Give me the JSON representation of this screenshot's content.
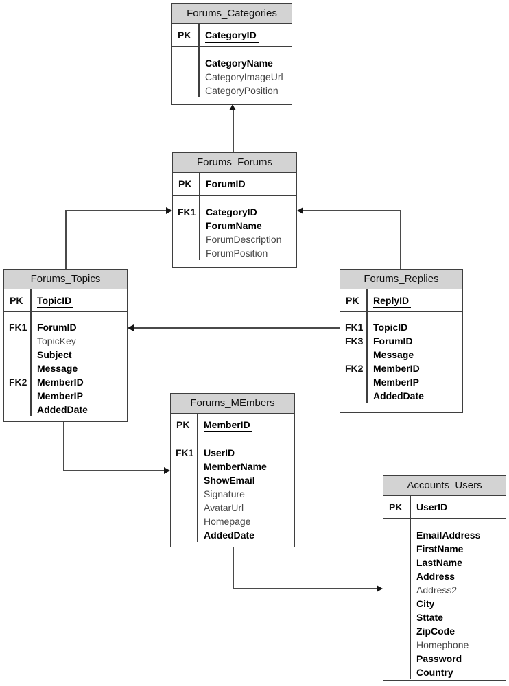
{
  "diagram_type": "database-er-diagram",
  "colors": {
    "header_bg": "#d3d3d3",
    "table_border": "#3f3f3f",
    "connector": "#4a4a4a",
    "field_regular": "#464646",
    "field_bold": "#000000"
  },
  "tables": [
    {
      "name": "Forums_Categories",
      "pk_label": "PK",
      "pk_field": "CategoryID",
      "rows": [
        {
          "key": "",
          "field": "CategoryName",
          "bold": true
        },
        {
          "key": "",
          "field": "CategoryImageUrl",
          "bold": false
        },
        {
          "key": "",
          "field": "CategoryPosition",
          "bold": false
        }
      ]
    },
    {
      "name": "Forums_Forums",
      "pk_label": "PK",
      "pk_field": "ForumID",
      "rows": [
        {
          "key": "FK1",
          "field": "CategoryID",
          "bold": true
        },
        {
          "key": "",
          "field": "ForumName",
          "bold": true
        },
        {
          "key": "",
          "field": "ForumDescription",
          "bold": false
        },
        {
          "key": "",
          "field": "ForumPosition",
          "bold": false
        }
      ]
    },
    {
      "name": "Forums_Topics",
      "pk_label": "PK",
      "pk_field": "TopicID",
      "rows": [
        {
          "key": "FK1",
          "field": "ForumID",
          "bold": true
        },
        {
          "key": "",
          "field": "TopicKey",
          "bold": false
        },
        {
          "key": "",
          "field": "Subject",
          "bold": true
        },
        {
          "key": "",
          "field": "Message",
          "bold": true
        },
        {
          "key": "FK2",
          "field": "MemberID",
          "bold": true
        },
        {
          "key": "",
          "field": "MemberIP",
          "bold": true
        },
        {
          "key": "",
          "field": "AddedDate",
          "bold": true
        }
      ]
    },
    {
      "name": "Forums_Replies",
      "pk_label": "PK",
      "pk_field": "ReplyID",
      "rows": [
        {
          "key": "FK1",
          "field": "TopicID",
          "bold": true
        },
        {
          "key": "FK3",
          "field": "ForumID",
          "bold": true
        },
        {
          "key": "",
          "field": "Message",
          "bold": true
        },
        {
          "key": "FK2",
          "field": "MemberID",
          "bold": true
        },
        {
          "key": "",
          "field": "MemberIP",
          "bold": true
        },
        {
          "key": "",
          "field": "AddedDate",
          "bold": true
        }
      ]
    },
    {
      "name": "Forums_MEmbers",
      "pk_label": "PK",
      "pk_field": "MemberID",
      "rows": [
        {
          "key": "FK1",
          "field": "UserID",
          "bold": true
        },
        {
          "key": "",
          "field": "MemberName",
          "bold": true
        },
        {
          "key": "",
          "field": "ShowEmail",
          "bold": true
        },
        {
          "key": "",
          "field": "Signature",
          "bold": false
        },
        {
          "key": "",
          "field": "AvatarUrl",
          "bold": false
        },
        {
          "key": "",
          "field": "Homepage",
          "bold": false
        },
        {
          "key": "",
          "field": "AddedDate",
          "bold": true
        }
      ]
    },
    {
      "name": "Accounts_Users",
      "pk_label": "PK",
      "pk_field": "UserID",
      "rows": [
        {
          "key": "",
          "field": "EmailAddress",
          "bold": true
        },
        {
          "key": "",
          "field": "FirstName",
          "bold": true
        },
        {
          "key": "",
          "field": "LastName",
          "bold": true
        },
        {
          "key": "",
          "field": "Address",
          "bold": true
        },
        {
          "key": "",
          "field": "Address2",
          "bold": false
        },
        {
          "key": "",
          "field": "City",
          "bold": true
        },
        {
          "key": "",
          "field": "Sttate",
          "bold": true
        },
        {
          "key": "",
          "field": "ZipCode",
          "bold": true
        },
        {
          "key": "",
          "field": "Homephone",
          "bold": false
        },
        {
          "key": "",
          "field": "Password",
          "bold": true
        },
        {
          "key": "",
          "field": "Country",
          "bold": true
        }
      ]
    }
  ],
  "relationships": [
    {
      "from": "Forums_Forums.CategoryID",
      "to": "Forums_Categories.CategoryID"
    },
    {
      "from": "Forums_Topics.ForumID",
      "to": "Forums_Forums.ForumID"
    },
    {
      "from": "Forums_Replies.ForumID",
      "to": "Forums_Forums.ForumID"
    },
    {
      "from": "Forums_Replies.TopicID",
      "to": "Forums_Topics.TopicID"
    },
    {
      "from": "Forums_Topics.MemberID",
      "to": "Forums_MEmbers.MemberID"
    },
    {
      "from": "Forums_MEmbers.UserID",
      "to": "Accounts_Users.UserID"
    }
  ]
}
